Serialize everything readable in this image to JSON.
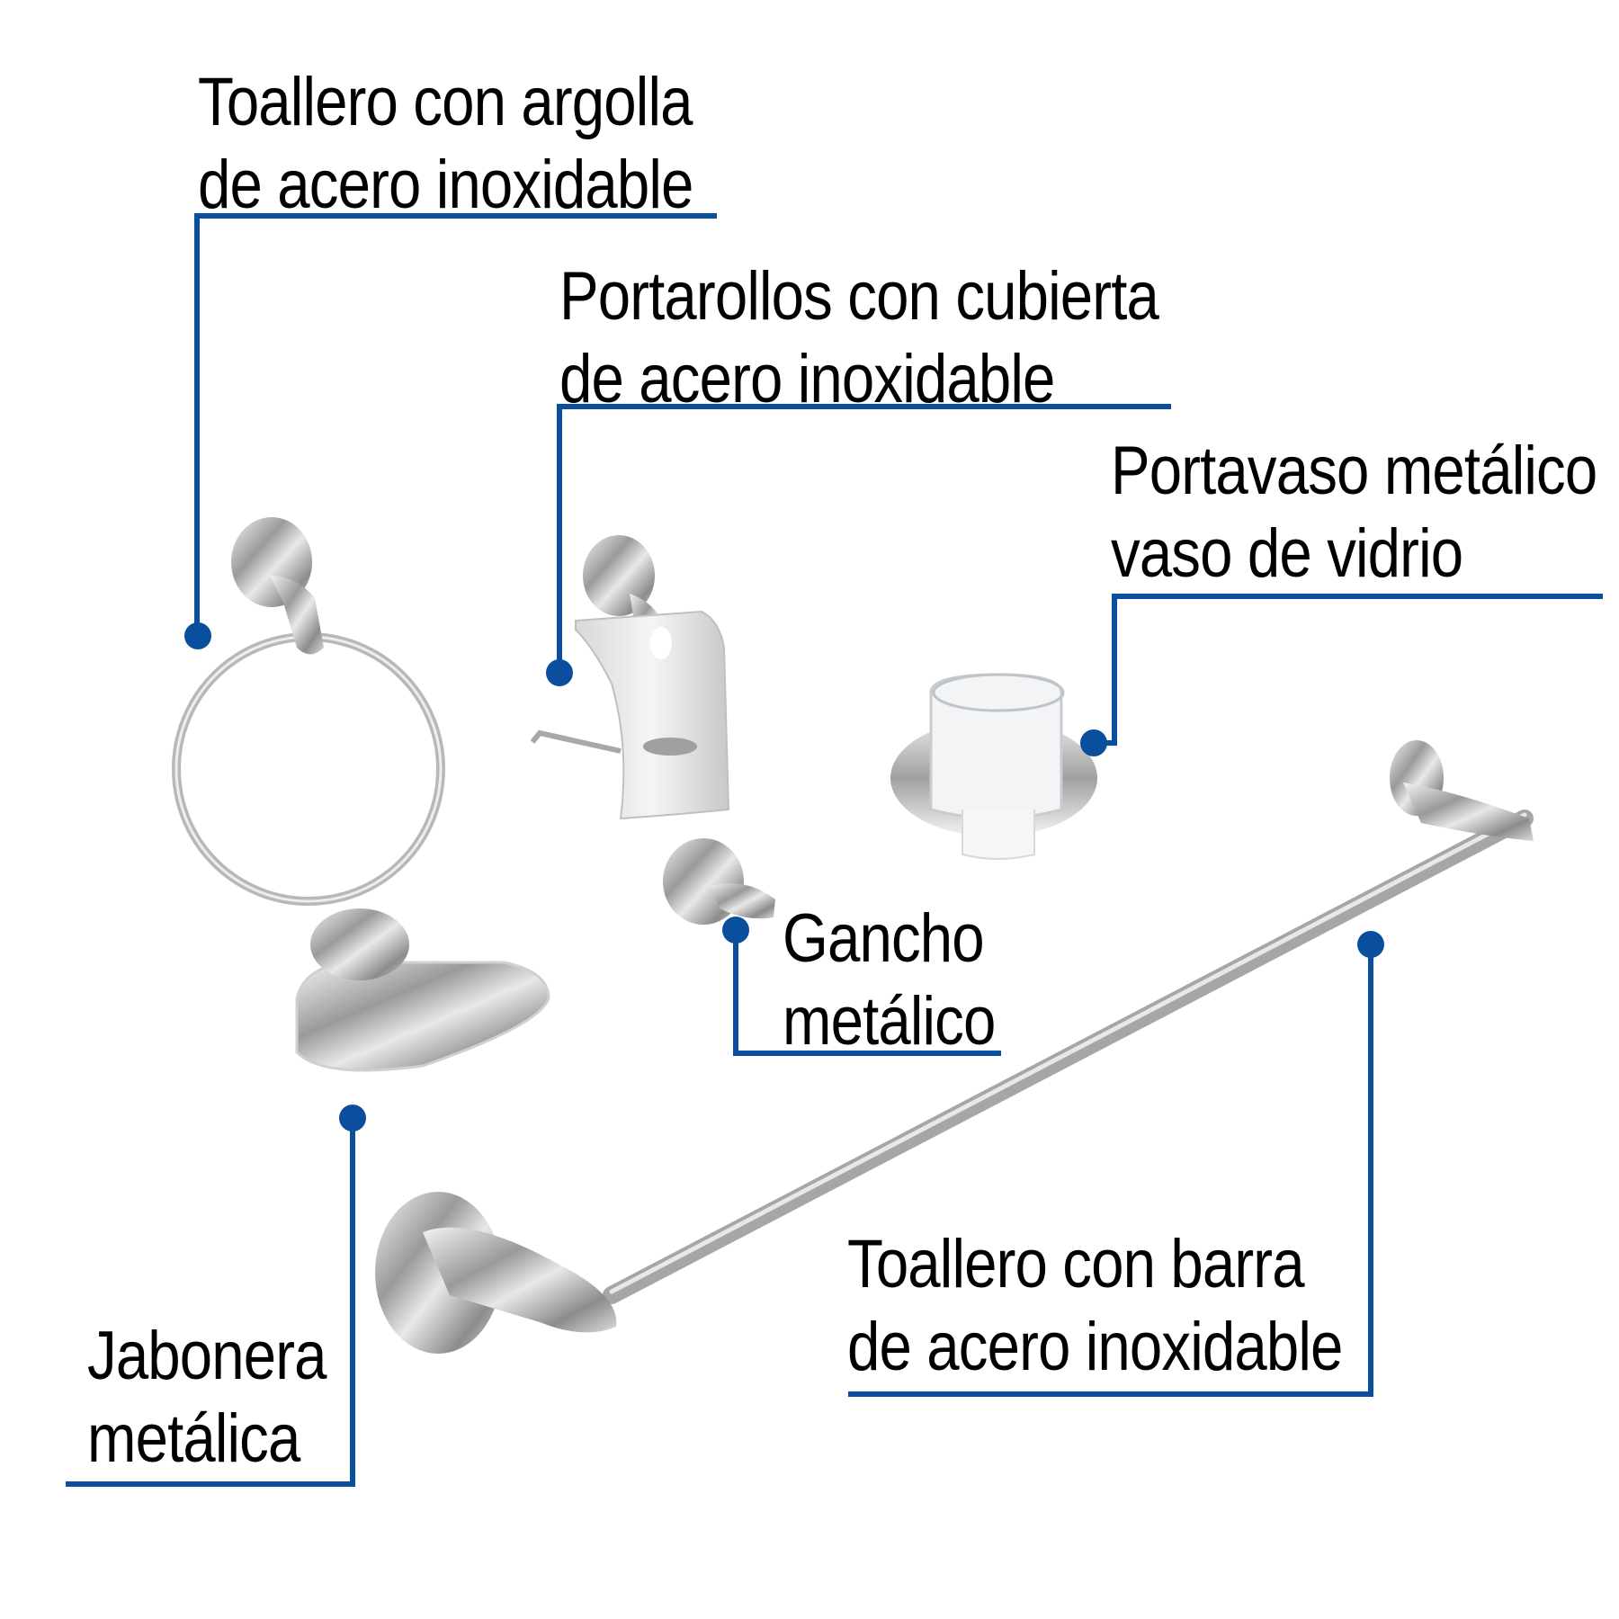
{
  "theme": {
    "callout_color": "#0A4F9E",
    "text_color": "#000000",
    "background": "#FFFFFF"
  },
  "callouts": [
    {
      "id": "towel-ring",
      "lines": [
        "Toallero con argolla",
        "de acero inoxidable"
      ]
    },
    {
      "id": "toilet-paper-holder",
      "lines": [
        "Portarollos con cubierta",
        "de acero inoxidable"
      ]
    },
    {
      "id": "tumbler-holder",
      "lines": [
        "Portavaso metálico",
        "vaso de vidrio"
      ]
    },
    {
      "id": "robe-hook",
      "lines": [
        "Gancho",
        "metálico"
      ]
    },
    {
      "id": "soap-dish",
      "lines": [
        "Jabonera",
        "metálica"
      ]
    },
    {
      "id": "towel-bar",
      "lines": [
        "Toallero con barra",
        "de acero inoxidable"
      ]
    }
  ],
  "products": [
    {
      "name": "towel-ring",
      "material": "chrome"
    },
    {
      "name": "toilet-paper-holder",
      "material": "chrome"
    },
    {
      "name": "tumbler-holder",
      "material": "chrome-glass"
    },
    {
      "name": "robe-hook",
      "material": "chrome"
    },
    {
      "name": "soap-dish",
      "material": "chrome"
    },
    {
      "name": "towel-bar",
      "material": "chrome"
    }
  ]
}
